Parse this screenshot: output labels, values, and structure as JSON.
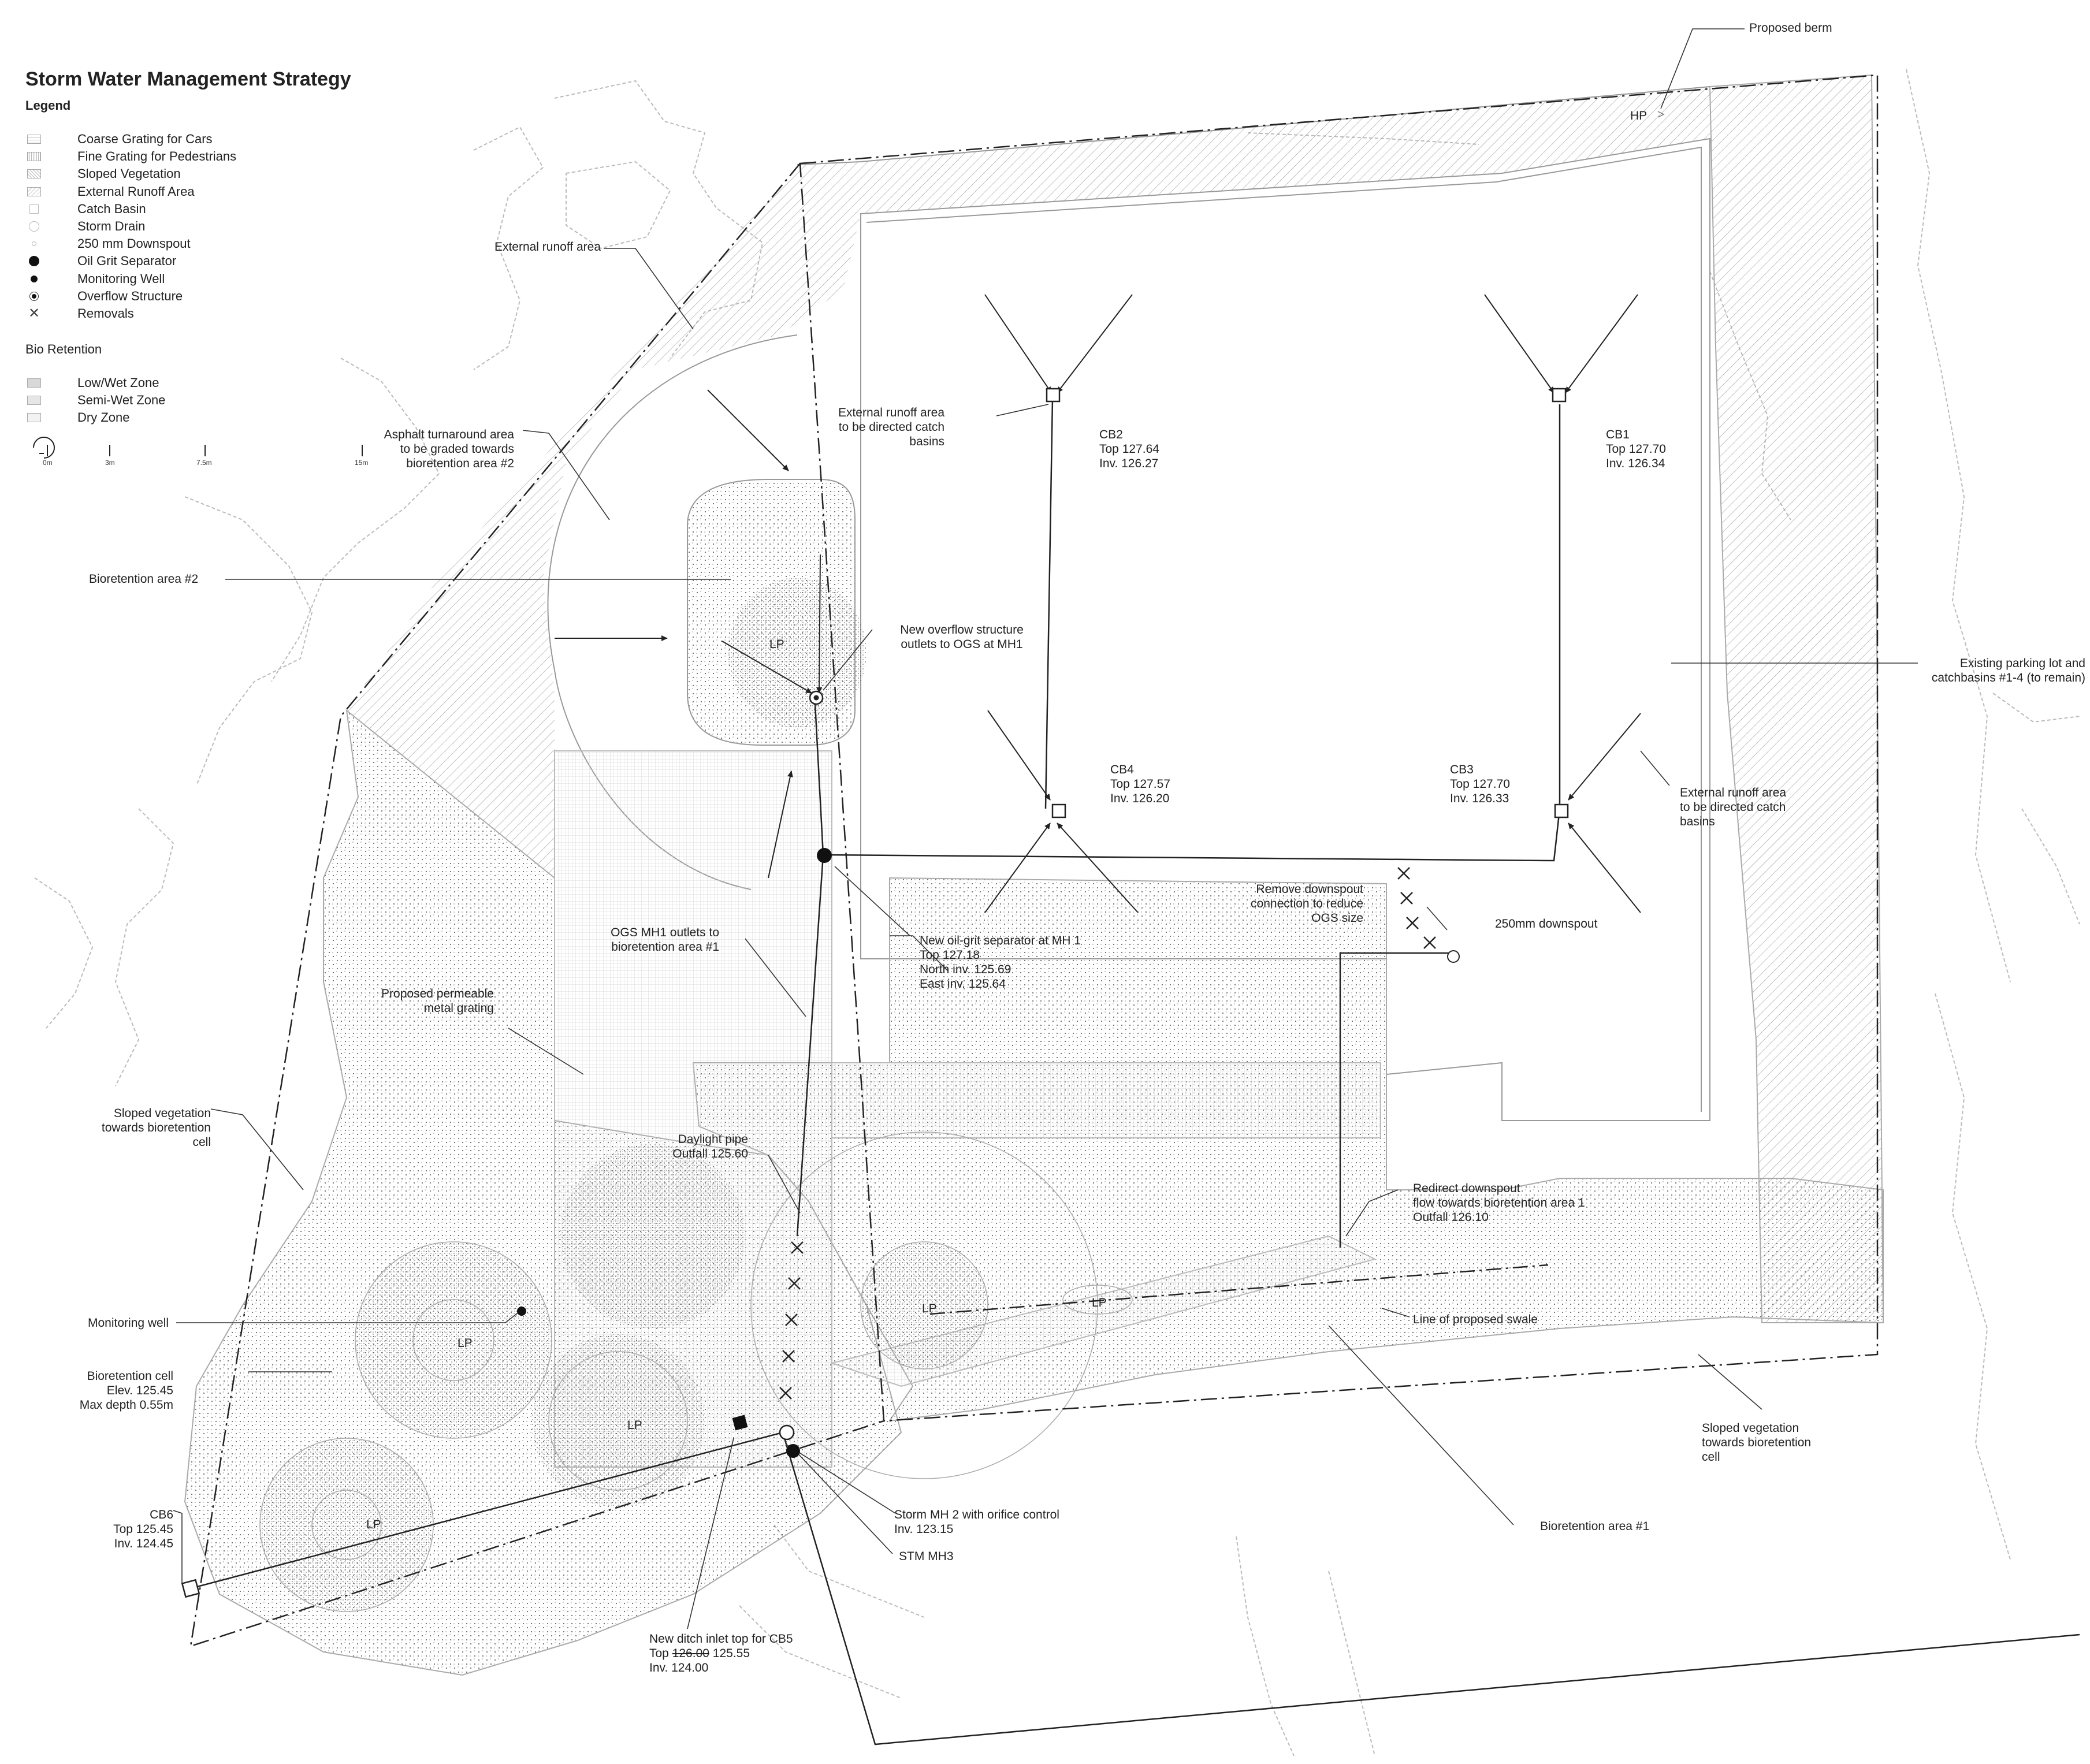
{
  "title": "Storm Water Management Strategy",
  "legend_heading": "Legend",
  "legend": [
    {
      "icon": "coarse-grating-swatch",
      "label": "Coarse Grating for Cars"
    },
    {
      "icon": "fine-grating-swatch",
      "label": "Fine Grating for Pedestrians"
    },
    {
      "icon": "sloped-vegetation-swatch",
      "label": "Sloped Vegetation"
    },
    {
      "icon": "external-runoff-swatch",
      "label": "External Runoff Area"
    },
    {
      "icon": "catch-basin-square",
      "label": "Catch Basin"
    },
    {
      "icon": "storm-drain-circle",
      "label": "Storm Drain"
    },
    {
      "icon": "downspout-dot",
      "label": "250 mm Downspout"
    },
    {
      "icon": "oil-grit-separator-dot",
      "label": "Oil Grit Separator"
    },
    {
      "icon": "monitoring-well-dot",
      "label": "Monitoring Well"
    },
    {
      "icon": "overflow-structure-ring",
      "label": "Overflow Structure"
    },
    {
      "icon": "removal-x",
      "label": "Removals"
    }
  ],
  "bio_heading": "Bio Retention",
  "bio_legend": [
    {
      "icon": "low-wet-swatch",
      "label": "Low/Wet Zone"
    },
    {
      "icon": "semi-wet-swatch",
      "label": "Semi-Wet Zone"
    },
    {
      "icon": "dry-swatch",
      "label": "Dry Zone"
    }
  ],
  "scale": [
    "0m",
    "3m",
    "7.5m",
    "15m"
  ],
  "labels": {
    "proposed_berm": "Proposed berm",
    "hp": "HP",
    "external_runoff_area": "External runoff area",
    "asphalt_turnaround": "Asphalt turnaround area\nto be graded towards\nbioretention area #2",
    "bioretention_2": "Bioretention area #2",
    "lp": "LP",
    "ext_runoff_cb_left": "External runoff area\nto be directed catch\nbasins",
    "cb2": "CB2\nTop 127.64\nInv. 126.27",
    "cb1": "CB1\nTop 127.70\nInv. 126.34",
    "new_overflow": "New overflow structure\noutlets to OGS at MH1",
    "existing_parking": "Existing parking lot and\ncatchbasins #1-4 (to remain)",
    "cb4": "CB4\nTop 127.57\nInv. 126.20",
    "cb3": "CB3\nTop 127.70\nInv. 126.33",
    "ext_runoff_cb_right": "External runoff area\nto be directed catch\nbasins",
    "remove_downspout": "Remove downspout\nconnection to reduce\nOGS size",
    "downspout_250": "250mm downspout",
    "ogs_outlets": "OGS MH1 outlets to\nbioretention area #1",
    "new_ogs": "New oil-grit separator at MH 1\nTop 127.18\nNorth inv. 125.69\nEast inv. 125.64",
    "permeable_grating": "Proposed permeable\nmetal grating",
    "sloped_veg_left": "Sloped vegetation\ntowards bioretention\ncell",
    "daylight_pipe": "Daylight pipe\nOutfall 125.60",
    "redirect_downspout": "Redirect downspout\nflow towards bioretention area 1\nOutfall 126.10",
    "line_swale": "Line of proposed swale",
    "monitoring_well": "Monitoring well",
    "bioretention_cell": "Bioretention cell\nElev. 125.45\nMax depth 0.55m",
    "sloped_veg_right": "Sloped vegetation\ntowards bioretention\ncell",
    "storm_mh2": "Storm MH 2 with orifice control\nInv. 123.15",
    "stm_mh3": "STM MH3",
    "bioretention_1": "Bioretention area #1",
    "cb6": "CB6\nTop 125.45\nInv. 124.45",
    "ditch_inlet_1": "New ditch inlet top for CB5",
    "ditch_inlet_top": "Top ",
    "ditch_inlet_old": "126.00",
    "ditch_inlet_new": " 125.55",
    "ditch_inlet_inv": "Inv. 124.00"
  }
}
